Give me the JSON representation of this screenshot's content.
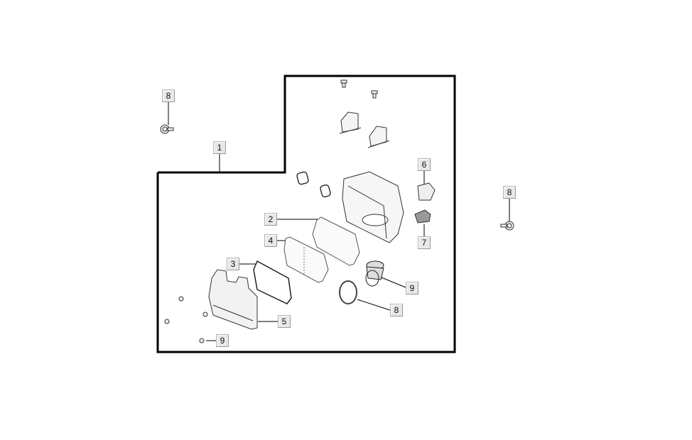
{
  "diagram": {
    "type": "exploded-parts-diagram",
    "subject": "air filter assembly",
    "group_label": "1",
    "callouts": [
      {
        "id": "c1",
        "label": "1",
        "part": "air filter housing assembly (group boundary)"
      },
      {
        "id": "c2",
        "label": "2",
        "part": "air filter element"
      },
      {
        "id": "c3",
        "label": "3",
        "part": "gasket / seal"
      },
      {
        "id": "c4",
        "label": "4",
        "part": "filter element (secondary)"
      },
      {
        "id": "c5",
        "label": "5",
        "part": "filter housing cover"
      },
      {
        "id": "c6",
        "label": "6",
        "part": "bracket / mount"
      },
      {
        "id": "c7",
        "label": "7",
        "part": "connector / clip"
      },
      {
        "id": "c8a",
        "label": "8",
        "part": "bolt (outside, left)"
      },
      {
        "id": "c8b",
        "label": "8",
        "part": "bolt (outside, right)"
      },
      {
        "id": "c8c",
        "label": "8",
        "part": "hose clamp"
      },
      {
        "id": "c9a",
        "label": "9",
        "part": "intake hose / duct"
      },
      {
        "id": "c9b",
        "label": "9",
        "part": "screw"
      }
    ],
    "colors": {
      "line": "#000000",
      "part_stroke": "#333333",
      "part_fill": "#f2f2f2",
      "callout_bg": "#e8e8e8",
      "callout_border": "#b0b0b0"
    }
  }
}
